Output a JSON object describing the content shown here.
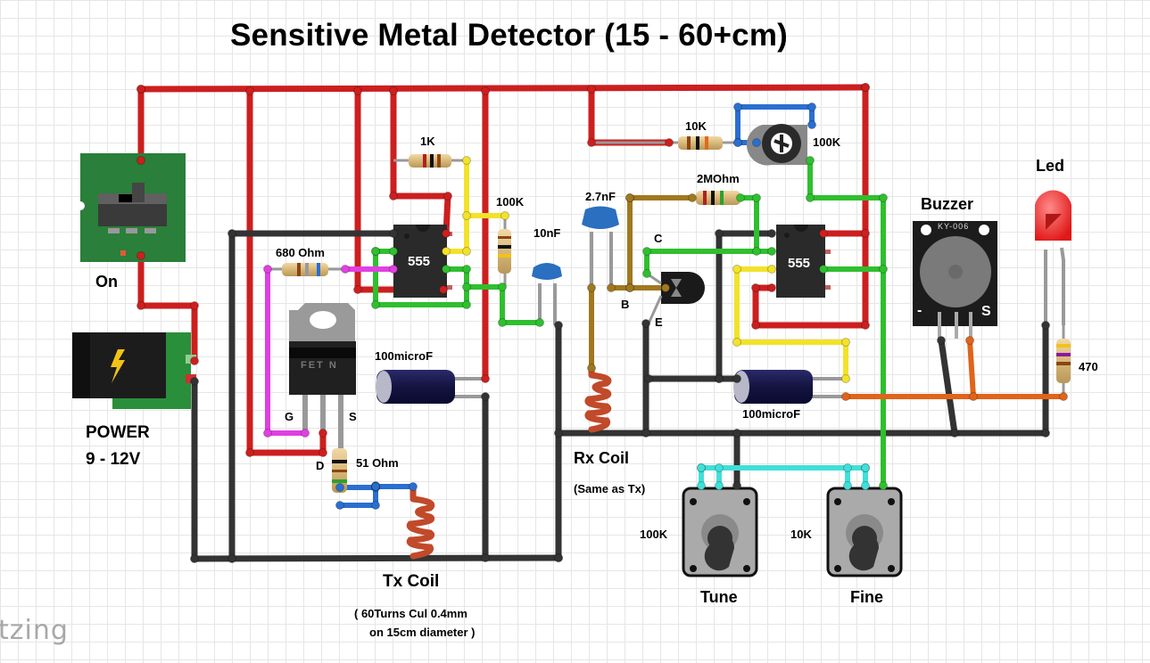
{
  "title": "Sensitive Metal Detector (15 - 60+cm)",
  "software_logo": "tzing",
  "components": {
    "switch": {
      "label": "On",
      "icon": "slide-switch-icon"
    },
    "power_jack": {
      "label_line1": "POWER",
      "label_line2": "9 - 12V",
      "icon": "dc-barrel-jack-icon"
    },
    "timer1": {
      "chip_label": "555",
      "icon": "ic-555-icon"
    },
    "timer2": {
      "chip_label": "555",
      "icon": "ic-555-icon"
    },
    "mosfet": {
      "body_label": "FET N",
      "pin_g": "G",
      "pin_d": "D",
      "pin_s": "S",
      "icon": "mosfet-icon"
    },
    "transistor": {
      "pin_c": "C",
      "pin_b": "B",
      "pin_e": "E",
      "icon": "npn-transistor-icon"
    },
    "r_1k": {
      "label": "1K"
    },
    "r_100k": {
      "label": "100K"
    },
    "r_680": {
      "label": "680 Ohm"
    },
    "r_51": {
      "label": "51 Ohm"
    },
    "r_10k": {
      "label": "10K"
    },
    "trimmer_100k": {
      "label": "100K"
    },
    "r_2m": {
      "label": "2MOhm"
    },
    "r_470": {
      "label": "470"
    },
    "c_10nf": {
      "label": "10nF"
    },
    "c_2_7nf": {
      "label": "2.7nF"
    },
    "c_100uf_1": {
      "label": "100microF"
    },
    "c_100uf_2": {
      "label": "100microF"
    },
    "buzzer": {
      "label": "Buzzer",
      "module_text": "KY-006",
      "pin_minus": "-",
      "pin_s": "S"
    },
    "led": {
      "label": "Led"
    },
    "tx_coil": {
      "label": "Tx Coil",
      "note_line1": "( 60Turns Cul 0.4mm",
      "note_line2": "on 15cm diameter )"
    },
    "rx_coil": {
      "label": "Rx Coil",
      "note": "(Same as Tx)"
    },
    "pot_tune": {
      "value": "100K",
      "label": "Tune"
    },
    "pot_fine": {
      "value": "10K",
      "label": "Fine"
    }
  },
  "wire_colors": {
    "power": "#cc1f1f",
    "ground": "#333333",
    "green": "#2fbf2f",
    "yellow": "#f2e22a",
    "magenta": "#e040e0",
    "blue": "#2a6fd0",
    "brown": "#a07820",
    "orange": "#e0641a",
    "cyan": "#3fe0d8"
  }
}
